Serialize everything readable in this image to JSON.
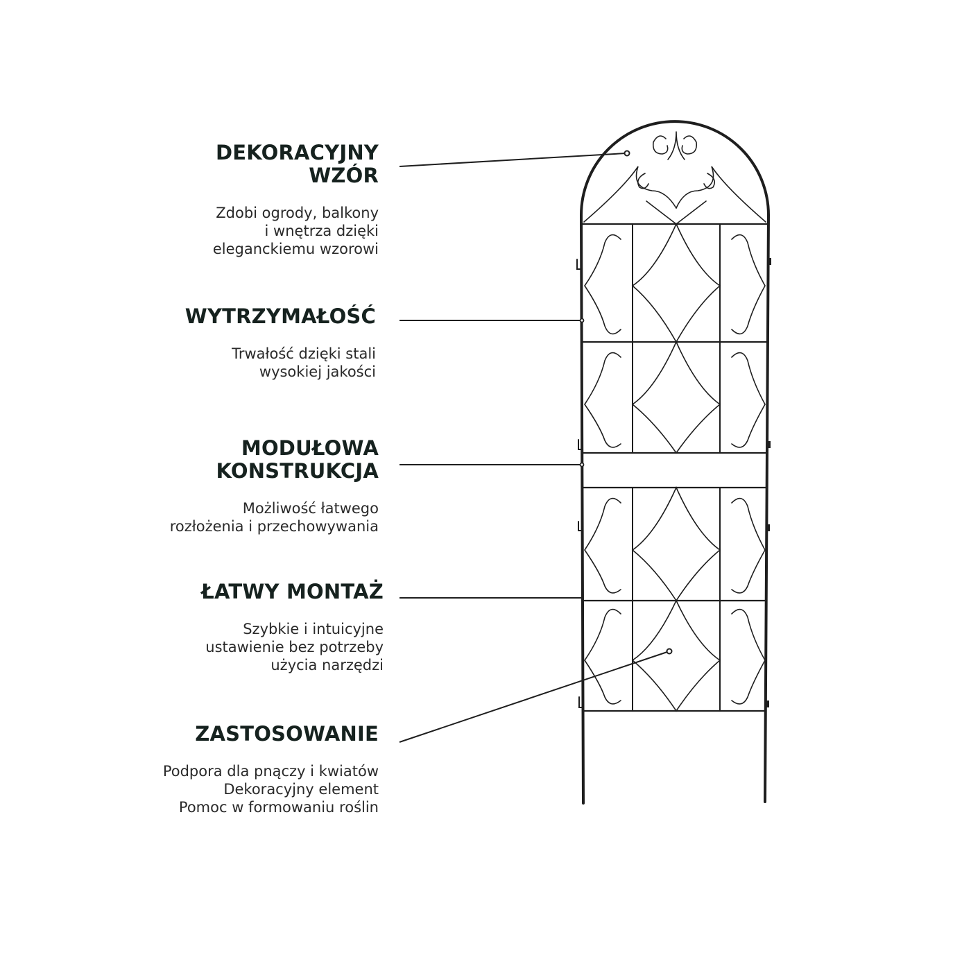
{
  "features": [
    {
      "title": "DEKORACYJNY\nWZÓR",
      "desc": "Zdobi ogrody, balkony\ni wnętrza dzięki\neleganckiemu wzorowi"
    },
    {
      "title": "WYTRZYMAŁOŚĆ",
      "desc": "Trwałość dzięki stali\nwysokiej jakości"
    },
    {
      "title": "MODUŁOWA\nKONSTRUKCJA",
      "desc": "Możliwość łatwego\nrozłożenia i przechowywania"
    },
    {
      "title": "ŁATWY MONTAŻ",
      "desc": "Szybkie i intuicyjne\nustawienie bez potrzeby\nużycia narzędzi"
    },
    {
      "title": "ZASTOSOWANIE",
      "desc": "Podpora dla pnączy i kwiatów\nDekoracyjny element\nPomoc w formowaniu roślin"
    }
  ],
  "colors": {
    "text": "#16221f",
    "metal": "#1e1e1e",
    "background": "#ffffff"
  },
  "icons": [
    "trellis-illustration"
  ]
}
